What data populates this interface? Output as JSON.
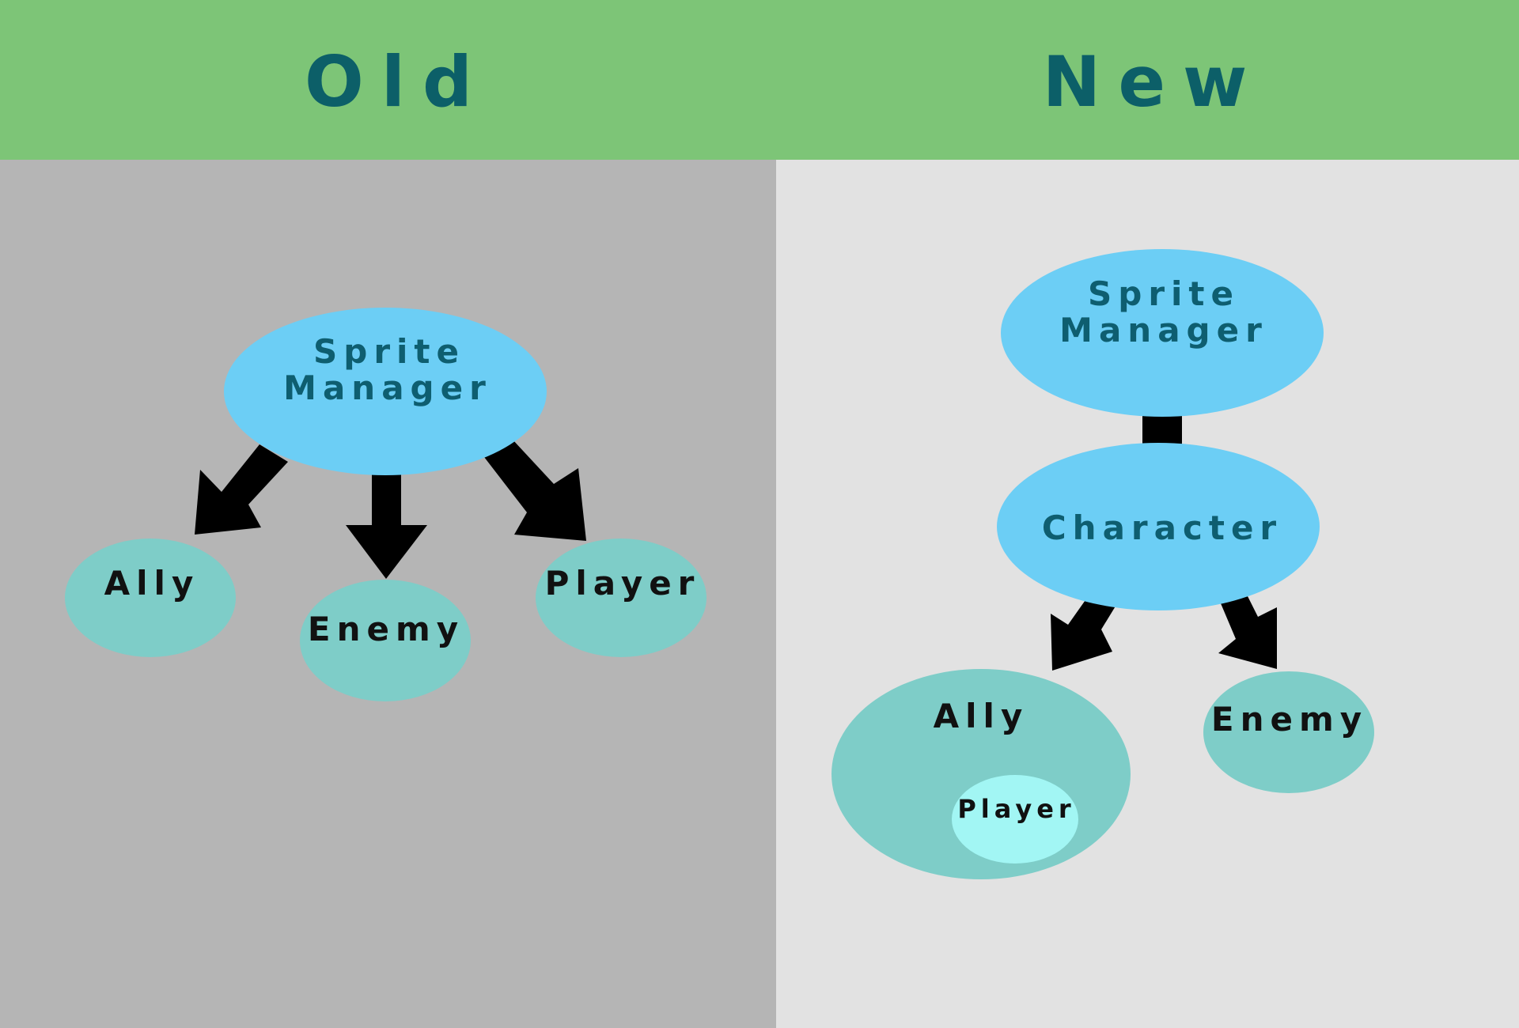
{
  "header": {
    "old_title": "Old",
    "new_title": "New"
  },
  "old": {
    "root": {
      "line1": "Sprite",
      "line2": "Manager"
    },
    "children": [
      "Ally",
      "Enemy",
      "Player"
    ]
  },
  "new": {
    "root": {
      "line1": "Sprite",
      "line2": "Manager"
    },
    "middle": "Character",
    "children": [
      "Ally",
      "Enemy"
    ],
    "nested": "Player"
  },
  "colors": {
    "header_bg": "#7dc577",
    "old_panel_bg": "#b5b5b5",
    "new_panel_bg": "#e2e2e2",
    "parent_node": "#6ccef5",
    "child_node": "#7ecdc8",
    "nested_node": "#a2f6f4",
    "arrow": "#000000"
  }
}
